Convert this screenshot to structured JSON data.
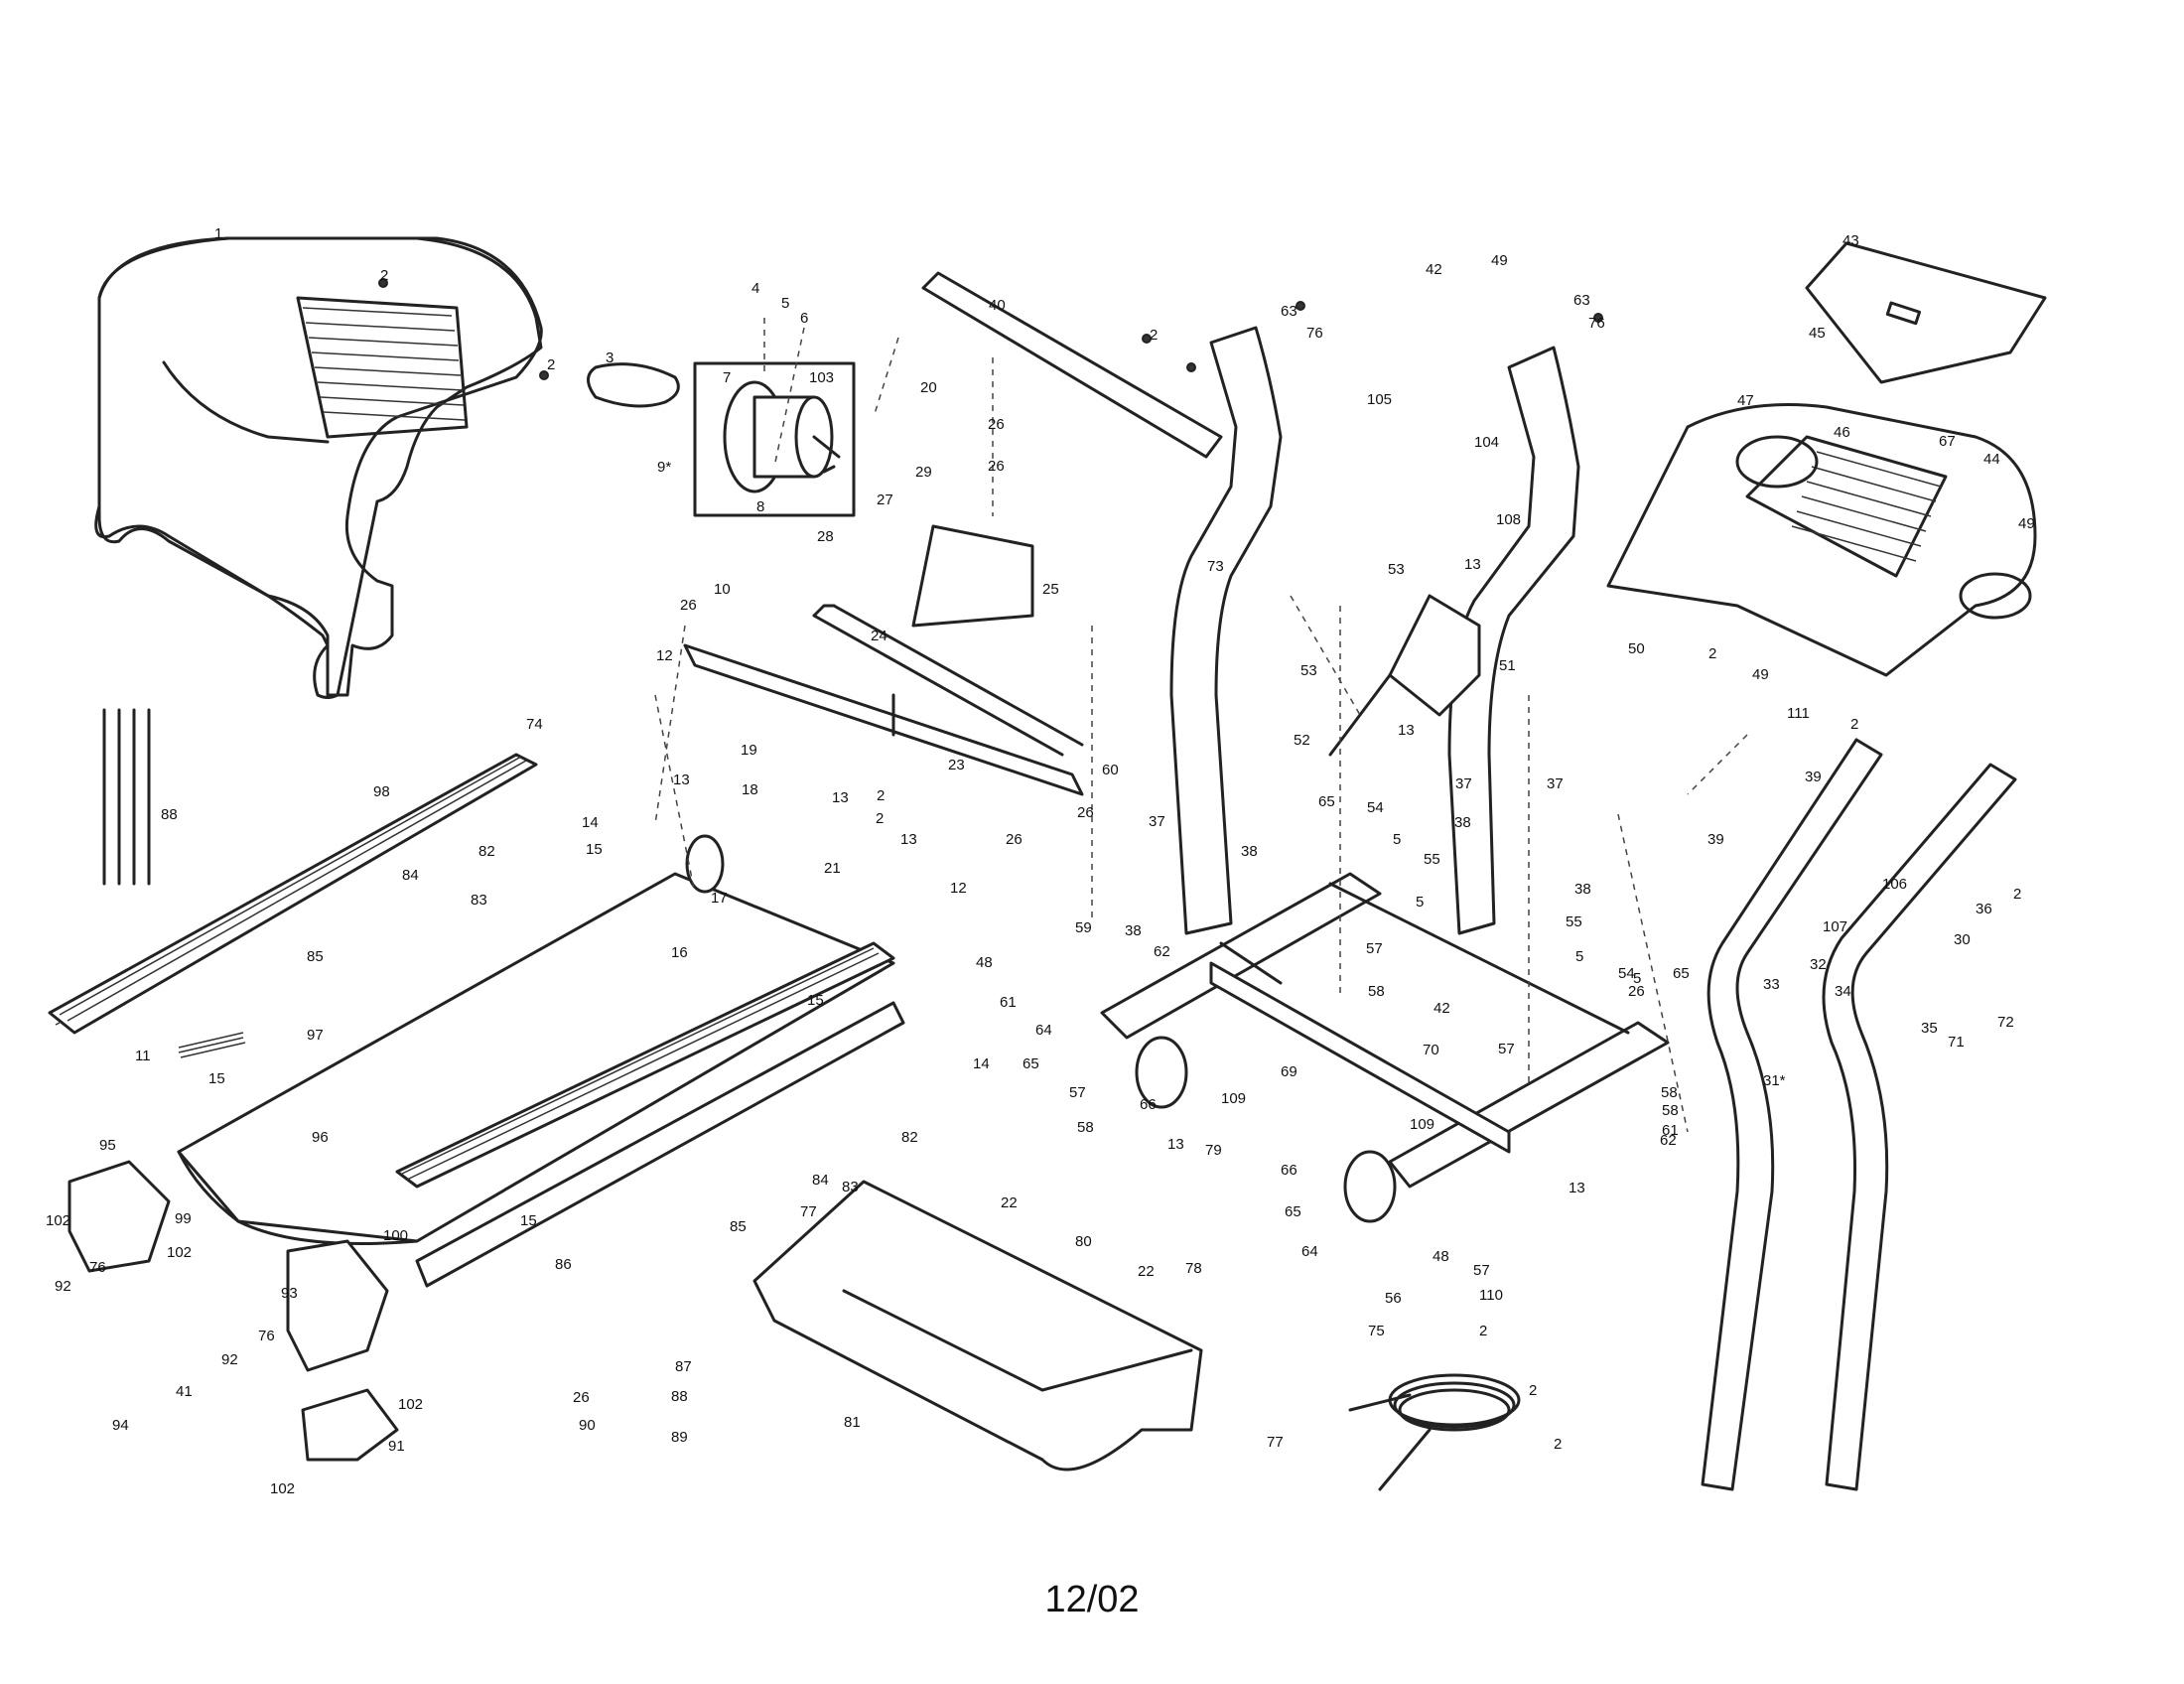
{
  "footer": {
    "date": "12/02"
  },
  "callouts": [
    {
      "id": "c1",
      "label": "1"
    },
    {
      "id": "c2a",
      "label": "2"
    },
    {
      "id": "c2b",
      "label": "2"
    },
    {
      "id": "c3",
      "label": "3"
    },
    {
      "id": "c4",
      "label": "4"
    },
    {
      "id": "c5a",
      "label": "5"
    },
    {
      "id": "c6",
      "label": "6"
    },
    {
      "id": "c7",
      "label": "7"
    },
    {
      "id": "c103",
      "label": "103"
    },
    {
      "id": "c9",
      "label": "9*"
    },
    {
      "id": "c8",
      "label": "8"
    },
    {
      "id": "c20",
      "label": "20"
    },
    {
      "id": "c26a",
      "label": "26"
    },
    {
      "id": "c29",
      "label": "29"
    },
    {
      "id": "c26b",
      "label": "26"
    },
    {
      "id": "c27",
      "label": "27"
    },
    {
      "id": "c25",
      "label": "25"
    },
    {
      "id": "c28",
      "label": "28"
    },
    {
      "id": "c24",
      "label": "24"
    },
    {
      "id": "c40",
      "label": "40"
    },
    {
      "id": "c2c",
      "label": "2"
    },
    {
      "id": "c63a",
      "label": "63"
    },
    {
      "id": "c76a",
      "label": "76"
    },
    {
      "id": "c73",
      "label": "73"
    },
    {
      "id": "c42a",
      "label": "42"
    },
    {
      "id": "c49a",
      "label": "49"
    },
    {
      "id": "c63b",
      "label": "63"
    },
    {
      "id": "c76b",
      "label": "76"
    },
    {
      "id": "c105",
      "label": "105"
    },
    {
      "id": "c104",
      "label": "104"
    },
    {
      "id": "c108",
      "label": "108"
    },
    {
      "id": "c43",
      "label": "43"
    },
    {
      "id": "c45",
      "label": "45"
    },
    {
      "id": "c47",
      "label": "47"
    },
    {
      "id": "c46",
      "label": "46"
    },
    {
      "id": "c67",
      "label": "67"
    },
    {
      "id": "c44",
      "label": "44"
    },
    {
      "id": "c49b",
      "label": "49"
    },
    {
      "id": "c2d",
      "label": "2"
    },
    {
      "id": "c49c",
      "label": "49"
    },
    {
      "id": "c111",
      "label": "111"
    },
    {
      "id": "c2e",
      "label": "2"
    },
    {
      "id": "c50",
      "label": "50"
    },
    {
      "id": "c53a",
      "label": "53"
    },
    {
      "id": "c13a",
      "label": "13"
    },
    {
      "id": "c51",
      "label": "51"
    },
    {
      "id": "c53b",
      "label": "53"
    },
    {
      "id": "c52",
      "label": "52"
    },
    {
      "id": "c13b",
      "label": "13"
    },
    {
      "id": "c26c",
      "label": "26"
    },
    {
      "id": "c10",
      "label": "10"
    },
    {
      "id": "c12a",
      "label": "12"
    },
    {
      "id": "c13c",
      "label": "13"
    },
    {
      "id": "c19",
      "label": "19"
    },
    {
      "id": "c18",
      "label": "18"
    },
    {
      "id": "c13d",
      "label": "13"
    },
    {
      "id": "c23",
      "label": "23"
    },
    {
      "id": "c60",
      "label": "60"
    },
    {
      "id": "c2f",
      "label": "2"
    },
    {
      "id": "c74",
      "label": "74"
    },
    {
      "id": "c98",
      "label": "98"
    },
    {
      "id": "c88",
      "label": "88"
    },
    {
      "id": "c14a",
      "label": "14"
    },
    {
      "id": "c15a",
      "label": "15"
    },
    {
      "id": "c17",
      "label": "17"
    },
    {
      "id": "c2g",
      "label": "2"
    },
    {
      "id": "c13e",
      "label": "13"
    },
    {
      "id": "c21",
      "label": "21"
    },
    {
      "id": "c12b",
      "label": "12"
    },
    {
      "id": "c26d",
      "label": "26"
    },
    {
      "id": "c26e",
      "label": "26"
    },
    {
      "id": "c59",
      "label": "59"
    },
    {
      "id": "c82a",
      "label": "82"
    },
    {
      "id": "c84a",
      "label": "84"
    },
    {
      "id": "c83a",
      "label": "83"
    },
    {
      "id": "c85a",
      "label": "85"
    },
    {
      "id": "c16",
      "label": "16"
    },
    {
      "id": "c11",
      "label": "11"
    },
    {
      "id": "c97",
      "label": "97"
    },
    {
      "id": "c15b",
      "label": "15"
    },
    {
      "id": "c15c",
      "label": "15"
    },
    {
      "id": "c14b",
      "label": "14"
    },
    {
      "id": "c96",
      "label": "96"
    },
    {
      "id": "c95",
      "label": "95"
    },
    {
      "id": "c102a",
      "label": "102"
    },
    {
      "id": "c99",
      "label": "99"
    },
    {
      "id": "c92a",
      "label": "92"
    },
    {
      "id": "c76c",
      "label": "76"
    },
    {
      "id": "c102b",
      "label": "102"
    },
    {
      "id": "c100",
      "label": "100"
    },
    {
      "id": "c15d",
      "label": "15"
    },
    {
      "id": "c86",
      "label": "86"
    },
    {
      "id": "c82b",
      "label": "82"
    },
    {
      "id": "c84b",
      "label": "84"
    },
    {
      "id": "c83b",
      "label": "83"
    },
    {
      "id": "c85b",
      "label": "85"
    },
    {
      "id": "c77a",
      "label": "77"
    },
    {
      "id": "c22a",
      "label": "22"
    },
    {
      "id": "c93",
      "label": "93"
    },
    {
      "id": "c76d",
      "label": "76"
    },
    {
      "id": "c92b",
      "label": "92"
    },
    {
      "id": "c94",
      "label": "94"
    },
    {
      "id": "c41",
      "label": "41"
    },
    {
      "id": "c102c",
      "label": "102"
    },
    {
      "id": "c91",
      "label": "91"
    },
    {
      "id": "c102d",
      "label": "102"
    },
    {
      "id": "c26f",
      "label": "26"
    },
    {
      "id": "c90",
      "label": "90"
    },
    {
      "id": "c87",
      "label": "87"
    },
    {
      "id": "c88b",
      "label": "88"
    },
    {
      "id": "c89",
      "label": "89"
    },
    {
      "id": "c81",
      "label": "81"
    },
    {
      "id": "c80",
      "label": "80"
    },
    {
      "id": "c22b",
      "label": "22"
    },
    {
      "id": "c78",
      "label": "78"
    },
    {
      "id": "c79",
      "label": "79"
    },
    {
      "id": "c77b",
      "label": "77"
    },
    {
      "id": "c48a",
      "label": "48"
    },
    {
      "id": "c61a",
      "label": "61"
    },
    {
      "id": "c64a",
      "label": "64"
    },
    {
      "id": "c65a",
      "label": "65"
    },
    {
      "id": "c57a",
      "label": "57"
    },
    {
      "id": "c58a",
      "label": "58"
    },
    {
      "id": "c66a",
      "label": "66"
    },
    {
      "id": "c13f",
      "label": "13"
    },
    {
      "id": "c109a",
      "label": "109"
    },
    {
      "id": "c62a",
      "label": "62"
    },
    {
      "id": "c37a",
      "label": "37"
    },
    {
      "id": "c38a",
      "label": "38"
    },
    {
      "id": "c38b",
      "label": "38"
    },
    {
      "id": "c65b",
      "label": "65"
    },
    {
      "id": "c54a",
      "label": "54"
    },
    {
      "id": "c5b",
      "label": "5"
    },
    {
      "id": "c55a",
      "label": "55"
    },
    {
      "id": "c5c",
      "label": "5"
    },
    {
      "id": "c57b",
      "label": "57"
    },
    {
      "id": "c58b",
      "label": "58"
    },
    {
      "id": "c69",
      "label": "69"
    },
    {
      "id": "c37b",
      "label": "37"
    },
    {
      "id": "c38c",
      "label": "38"
    },
    {
      "id": "c37c",
      "label": "37"
    },
    {
      "id": "c38d",
      "label": "38"
    },
    {
      "id": "c55b",
      "label": "55"
    },
    {
      "id": "c5d",
      "label": "5"
    },
    {
      "id": "c5e",
      "label": "5"
    },
    {
      "id": "c54b",
      "label": "54"
    },
    {
      "id": "c65c",
      "label": "65"
    },
    {
      "id": "c26g",
      "label": "26"
    },
    {
      "id": "c42b",
      "label": "42"
    },
    {
      "id": "c70",
      "label": "70"
    },
    {
      "id": "c57c",
      "label": "57"
    },
    {
      "id": "c58c",
      "label": "58"
    },
    {
      "id": "c62b",
      "label": "62"
    },
    {
      "id": "c109b",
      "label": "109"
    },
    {
      "id": "c13g",
      "label": "13"
    },
    {
      "id": "c66b",
      "label": "66"
    },
    {
      "id": "c65d",
      "label": "65"
    },
    {
      "id": "c64b",
      "label": "64"
    },
    {
      "id": "c48b",
      "label": "48"
    },
    {
      "id": "c57d",
      "label": "57"
    },
    {
      "id": "c58d",
      "label": "58"
    },
    {
      "id": "c61b",
      "label": "61"
    },
    {
      "id": "c56",
      "label": "56"
    },
    {
      "id": "c110",
      "label": "110"
    },
    {
      "id": "c75",
      "label": "75"
    },
    {
      "id": "c2h",
      "label": "2"
    },
    {
      "id": "c2i",
      "label": "2"
    },
    {
      "id": "c2j",
      "label": "2"
    },
    {
      "id": "c39a",
      "label": "39"
    },
    {
      "id": "c39b",
      "label": "39"
    },
    {
      "id": "c106",
      "label": "106"
    },
    {
      "id": "c2k",
      "label": "2"
    },
    {
      "id": "c36",
      "label": "36"
    },
    {
      "id": "c107",
      "label": "107"
    },
    {
      "id": "c30",
      "label": "30"
    },
    {
      "id": "c32",
      "label": "32"
    },
    {
      "id": "c33",
      "label": "33"
    },
    {
      "id": "c31",
      "label": "31*"
    },
    {
      "id": "c34",
      "label": "34"
    },
    {
      "id": "c35",
      "label": "35"
    },
    {
      "id": "c71",
      "label": "71"
    },
    {
      "id": "c72",
      "label": "72"
    }
  ]
}
